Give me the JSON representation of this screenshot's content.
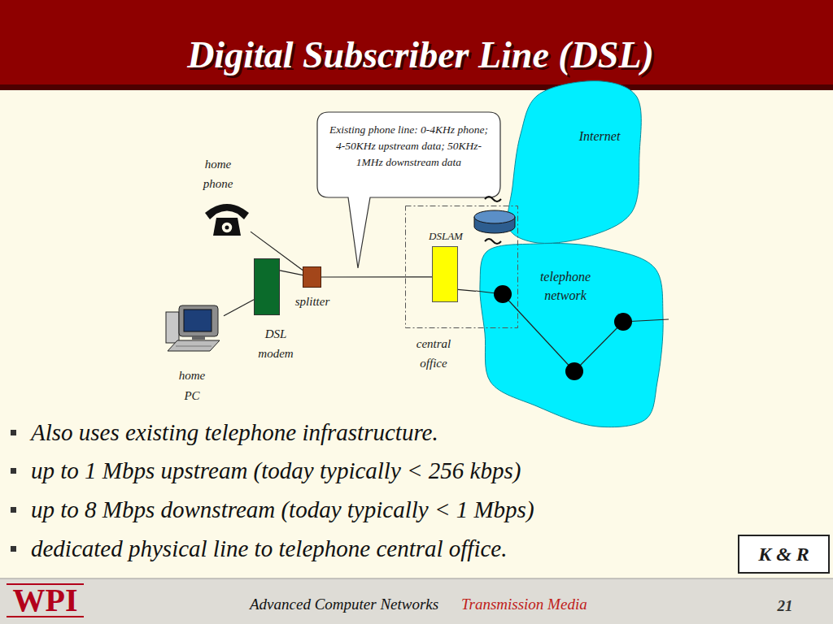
{
  "diagram": {
    "title": "Digital Subscriber Line (DSL)",
    "nodes": [
      {
        "text": [
          "Existing phone line: 0-4KHz phone; 4-50KHz upstream data; 50KHz-1MHz downstream data"
        ]
      },
      {
        "text": [
          "Internet"
        ]
      },
      {
        "text": [
          "home phone"
        ]
      },
      {
        "text": [
          "central office"
        ]
      },
      {
        "text": [
          "DSLAM"
        ],
        "in": 3
      },
      {
        "text": [
          "telephone network"
        ]
      },
      {
        "text": [
          "DSL modem"
        ]
      },
      {
        "text": [
          "splitter"
        ]
      },
      {
        "text": [
          "home PC"
        ]
      },
      {
        "text": [
          "K & R"
        ]
      }
    ],
    "edges": [
      {
        "from": 2,
        "to": 7,
        "arrow": "none"
      },
      {
        "from": 6,
        "to": 7,
        "arrow": "none"
      },
      {
        "from": 8,
        "to": 6,
        "arrow": "none"
      },
      {
        "from": 7,
        "to": 4,
        "arrow": "none"
      },
      {
        "from": 4,
        "to": 5,
        "arrow": "none"
      }
    ],
    "labels": [
      "Also uses existing telephone infrastructure.",
      "up to 1 Mbps upstream (today typically < 256 kbps)",
      "up to 8 Mbps downstream (today typically < 1 Mbps)",
      "dedicated physical line to telephone central office.",
      "WPI",
      "Advanced Computer Networks",
      "Transmission Media",
      "21"
    ]
  }
}
